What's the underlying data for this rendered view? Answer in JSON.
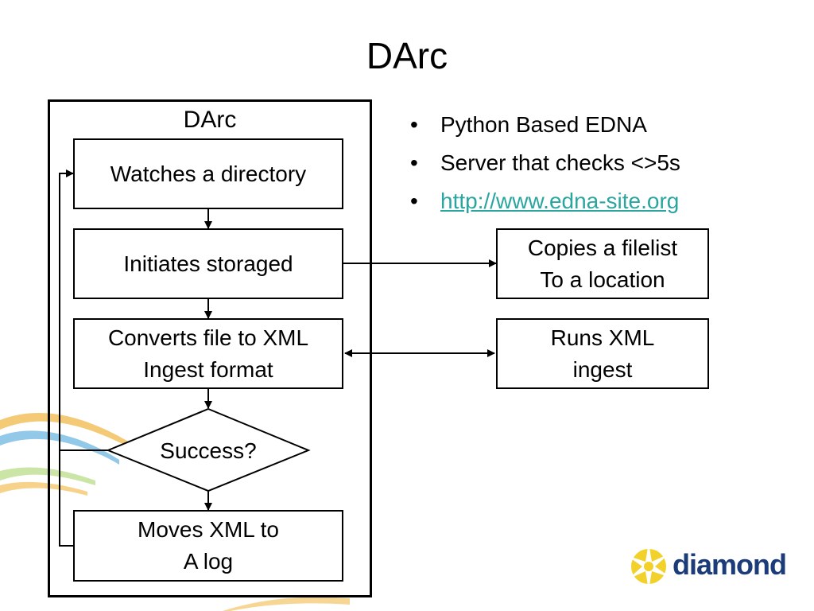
{
  "slide": {
    "title": "DArc"
  },
  "diagram": {
    "frame_label": "DArc",
    "nodes": {
      "watches": "Watches a directory",
      "initiates": "Initiates storaged",
      "converts": "Converts file to XML\nIngest format",
      "success": "Success?",
      "moves": "Moves XML to\nA log",
      "copies": "Copies a filelist\nTo a location",
      "runs": "Runs XML\ningest"
    }
  },
  "bullets": [
    {
      "text": "Python Based EDNA"
    },
    {
      "text": "Server that checks <>5s"
    },
    {
      "text": "http://www.edna-site.org",
      "link": true
    }
  ],
  "logo": {
    "text": "diamond",
    "colors": {
      "star": "#f2d12a",
      "text": "#1b3c78"
    }
  },
  "colors": {
    "link": "#2aa5a0",
    "ribbon_1": "#f0b43c",
    "ribbon_2": "#4aa3d8",
    "ribbon_3": "#a7d36a"
  }
}
